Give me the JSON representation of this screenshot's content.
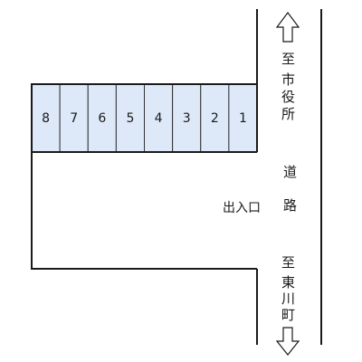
{
  "road": {
    "label": "道路"
  },
  "entrance": {
    "label": "出入口"
  },
  "directions": {
    "north": {
      "prefix": "至",
      "destination": "市役所",
      "icon": "up-arrow-icon"
    },
    "south": {
      "prefix": "至",
      "destination": "東川町",
      "icon": "down-arrow-icon"
    }
  },
  "parking_spaces": [
    {
      "number": "8"
    },
    {
      "number": "7"
    },
    {
      "number": "6"
    },
    {
      "number": "5"
    },
    {
      "number": "4"
    },
    {
      "number": "3"
    },
    {
      "number": "2"
    },
    {
      "number": "1"
    }
  ],
  "colors": {
    "space_fill": "#dde9f8",
    "line": "#1a1a1a",
    "background": "#ffffff"
  }
}
